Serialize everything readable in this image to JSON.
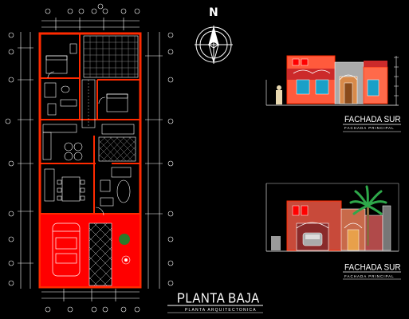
{
  "plan": {
    "title": "PLANTA BAJA",
    "subtitle": "PLANTA ARQUITECTONICA"
  },
  "north": {
    "letter": "N"
  },
  "elevations": [
    {
      "title": "FACHADA SUR",
      "subtitle": "FACHADA PRINCIPAL"
    },
    {
      "title": "FACHADA SUR",
      "subtitle": "FACHADA PRINCIPAL"
    }
  ],
  "colors": {
    "background": "#000000",
    "wall": "#ff2a00",
    "garage_fill": "#ff0000",
    "line": "#ffffff",
    "palm": "#2ea84a",
    "stone": "#9a9a9a"
  }
}
